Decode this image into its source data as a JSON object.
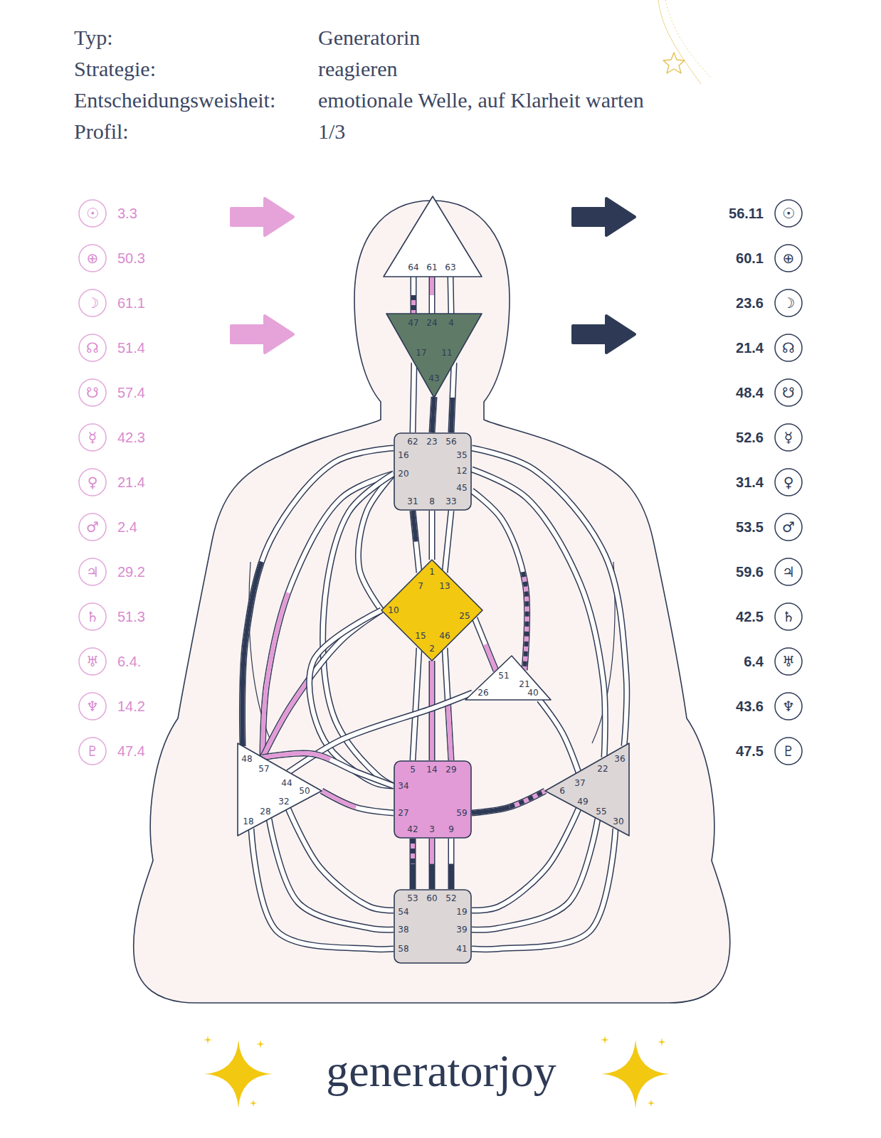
{
  "diagram": {
    "nodes": [
      {
        "text": [
          "64",
          "61",
          "63"
        ]
      },
      {
        "text": [
          "47",
          "24",
          "4",
          "17",
          "11",
          "43"
        ]
      },
      {
        "text": [
          "62",
          "23",
          "56",
          "16",
          "35",
          "20",
          "12",
          "45",
          "31",
          "8",
          "33"
        ]
      },
      {
        "text": [
          "1",
          "7",
          "13",
          "10",
          "25",
          "15",
          "46",
          "2"
        ]
      },
      {
        "text": [
          "51",
          "21",
          "26",
          "40"
        ]
      },
      {
        "text": [
          "48",
          "57",
          "44",
          "50",
          "32",
          "28",
          "18"
        ]
      },
      {
        "text": [
          "5",
          "14",
          "29",
          "34",
          "27",
          "59",
          "42",
          "3",
          "9"
        ]
      },
      {
        "text": [
          "36",
          "22",
          "37",
          "6",
          "49",
          "55",
          "30"
        ]
      },
      {
        "text": [
          "53",
          "60",
          "52",
          "54",
          "19",
          "38",
          "39",
          "58",
          "41"
        ]
      }
    ],
    "edges": [
      {
        "from": 0,
        "to": 1,
        "arrow": "none"
      },
      {
        "from": 0,
        "to": 1,
        "arrow": "none"
      },
      {
        "from": 0,
        "to": 1,
        "arrow": "none"
      },
      {
        "from": 1,
        "to": 2,
        "arrow": "none"
      },
      {
        "from": 1,
        "to": 2,
        "arrow": "none"
      },
      {
        "from": 1,
        "to": 2,
        "arrow": "none"
      },
      {
        "from": 2,
        "to": 3,
        "arrow": "none"
      },
      {
        "from": 2,
        "to": 3,
        "arrow": "none"
      },
      {
        "from": 2,
        "to": 3,
        "arrow": "none"
      },
      {
        "from": 2,
        "to": 3,
        "arrow": "none"
      },
      {
        "from": 2,
        "to": 4,
        "arrow": "none"
      },
      {
        "from": 2,
        "to": 5,
        "arrow": "none"
      },
      {
        "from": 2,
        "to": 5,
        "arrow": "none"
      },
      {
        "from": 2,
        "to": 6,
        "arrow": "none"
      },
      {
        "from": 2,
        "to": 7,
        "arrow": "none"
      },
      {
        "from": 2,
        "to": 7,
        "arrow": "none"
      },
      {
        "from": 3,
        "to": 4,
        "arrow": "none"
      },
      {
        "from": 3,
        "to": 5,
        "arrow": "none"
      },
      {
        "from": 3,
        "to": 6,
        "arrow": "none"
      },
      {
        "from": 3,
        "to": 6,
        "arrow": "none"
      },
      {
        "from": 3,
        "to": 6,
        "arrow": "none"
      },
      {
        "from": 3,
        "to": 6,
        "arrow": "none"
      },
      {
        "from": 4,
        "to": 5,
        "arrow": "none"
      },
      {
        "from": 4,
        "to": 7,
        "arrow": "none"
      },
      {
        "from": 5,
        "to": 6,
        "arrow": "none"
      },
      {
        "from": 5,
        "to": 6,
        "arrow": "none"
      },
      {
        "from": 5,
        "to": 8,
        "arrow": "none"
      },
      {
        "from": 5,
        "to": 8,
        "arrow": "none"
      },
      {
        "from": 5,
        "to": 8,
        "arrow": "none"
      },
      {
        "from": 6,
        "to": 7,
        "arrow": "none"
      },
      {
        "from": 6,
        "to": 8,
        "arrow": "none"
      },
      {
        "from": 6,
        "to": 8,
        "arrow": "none"
      },
      {
        "from": 6,
        "to": 8,
        "arrow": "none"
      },
      {
        "from": 7,
        "to": 8,
        "arrow": "none"
      },
      {
        "from": 7,
        "to": 8,
        "arrow": "none"
      },
      {
        "from": 7,
        "to": 8,
        "arrow": "none"
      }
    ],
    "labels": [
      "Typ:",
      "Generatorin",
      "Strategie:",
      "reagieren",
      "Entscheidungsweisheit:",
      "emotionale Welle, auf Klarheit warten",
      "Profil:",
      "1/3",
      "☉",
      "3.3",
      "⊕",
      "50.3",
      "☽",
      "61.1",
      "☊",
      "51.4",
      "☋",
      "57.4",
      "☿",
      "42.3",
      "♀",
      "21.4",
      "♂",
      "2.4",
      "♃",
      "29.2",
      "♄",
      "51.3",
      "♅",
      "6.4.",
      "♆",
      "14.2",
      "♇",
      "47.4",
      "56.11",
      "☉",
      "60.1",
      "⊕",
      "23.6",
      "☽",
      "21.4",
      "☊",
      "48.4",
      "☋",
      "52.6",
      "☿",
      "31.4",
      "♀",
      "53.5",
      "♂",
      "59.6",
      "♃",
      "42.5",
      "♄",
      "6.4",
      "♅",
      "43.6",
      "♆",
      "47.5",
      "♇",
      "generatorjoy"
    ]
  }
}
